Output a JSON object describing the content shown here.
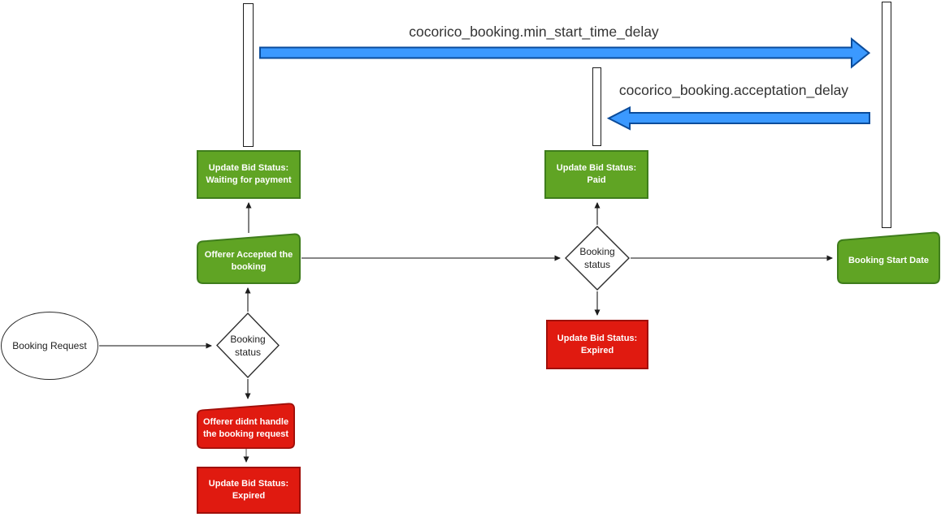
{
  "diagram": {
    "timeline_labels": {
      "min_start_time_delay": "cocorico_booking.min_start_time_delay",
      "acceptation_delay": "cocorico_booking.acceptation_delay"
    },
    "nodes": {
      "booking_request": "Booking Request",
      "booking_status_left": "Booking\nstatus",
      "booking_status_right": "Booking\nstatus",
      "update_bid_waiting": "Update Bid Status:\nWaiting for payment",
      "update_bid_paid": "Update Bid Status:\nPaid",
      "offerer_accepted": "Offerer Accepted the\nbooking",
      "offerer_didnt_handle": "Offerer didnt handle\nthe booking request",
      "update_bid_expired_left": "Update Bid Status:\nExpired",
      "update_bid_expired_right": "Update Bid Status:\nExpired",
      "booking_start_date": "Booking Start Date"
    },
    "colors": {
      "green_fill": "#60a424",
      "green_border": "#3f7d1c",
      "red_fill": "#e01a10",
      "red_border": "#a00f0a",
      "blue_fill": "#3b99ff",
      "blue_border": "#0b4c9b",
      "connector": "#3d3d3d",
      "connector_gray": "#757575",
      "shape_text": "#ffffff",
      "node_border_dark": "#2d2d2d"
    }
  }
}
